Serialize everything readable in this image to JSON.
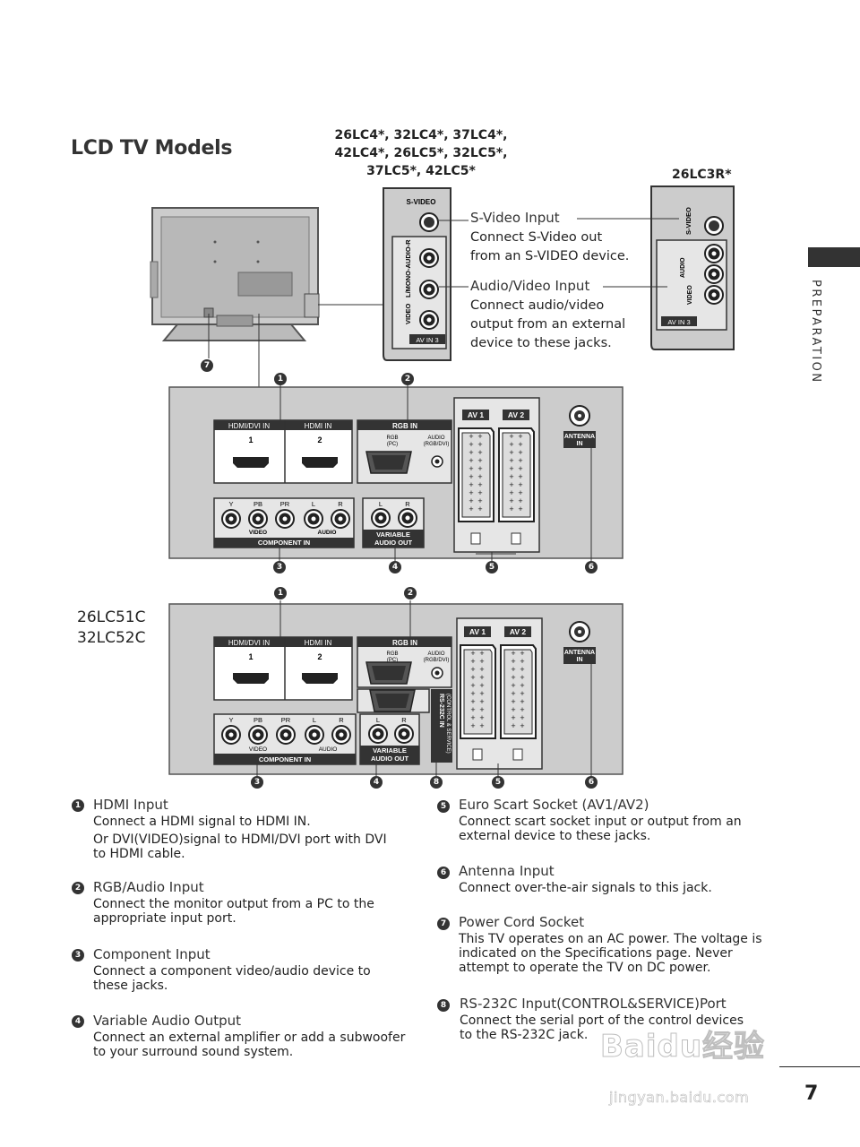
{
  "header": {
    "title": "LCD TV Models",
    "models_top": [
      "26LC4*, 32LC4*, 37LC4*,",
      "42LC4*, 26LC5*, 32LC5*,",
      "37LC5*, 42LC5*"
    ],
    "model_26lc3r": "26LC3R*",
    "models_mid": [
      "26LC51C",
      "32LC52C"
    ]
  },
  "section": {
    "label": "PREPARATION"
  },
  "callouts": {
    "svideo": {
      "title": "S-Video Input",
      "body": [
        "Connect S-Video out",
        "from an S-VIDEO device."
      ]
    },
    "av": {
      "title": "Audio/Video Input",
      "body": [
        "Connect audio/video",
        "output from an external",
        "device to these jacks."
      ]
    }
  },
  "panel_labels": {
    "svideo": "S-VIDEO",
    "video": "VIDEO",
    "lmono_audio": "L/MONO-AUDIO-R",
    "av_in3": "AV IN 3",
    "hdmi_dvi_in": "HDMI/DVI IN",
    "hdmi_in": "HDMI IN",
    "hdmi1": "1",
    "hdmi2": "2",
    "rgb_in": "RGB IN",
    "rgb_pc": "RGB",
    "rgb_pc2": "(PC)",
    "audio": "AUDIO",
    "audio_rgbdvi": "(RGB/DVI)",
    "av1": "AV 1",
    "av2": "AV 2",
    "antenna": "ANTENNA",
    "antenna_in": "IN",
    "y": "Y",
    "pb": "PB",
    "pr": "PR",
    "l": "L",
    "r": "R",
    "video_lbl": "VIDEO",
    "audio_lbl": "AUDIO",
    "component_in": "COMPONENT IN",
    "variable": "VARIABLE",
    "audio_out": "AUDIO OUT",
    "rs232c": "RS-232C IN",
    "rs232c_sub": "(CONTROL & SERVICE)"
  },
  "legend": {
    "left": [
      {
        "num": "1",
        "title": "HDMI Input",
        "body": [
          "Connect a HDMI signal to HDMI IN.",
          "Or DVI(VIDEO)signal to HDMI/DVI port with DVI",
          "to HDMI cable."
        ]
      },
      {
        "num": "2",
        "title": "RGB/Audio Input",
        "body": [
          "Connect the monitor output from a PC to the",
          "appropriate input port."
        ]
      },
      {
        "num": "3",
        "title": "Component Input",
        "body": [
          "Connect a component video/audio device to",
          "these jacks."
        ]
      },
      {
        "num": "4",
        "title": "Variable Audio Output",
        "body": [
          "Connect an external amplifier or add a subwoofer",
          "to your surround sound system."
        ]
      }
    ],
    "right": [
      {
        "num": "5",
        "title": "Euro Scart Socket (AV1/AV2)",
        "body": [
          "Connect scart socket input or output from an",
          "external device to these jacks."
        ]
      },
      {
        "num": "6",
        "title": "Antenna Input",
        "body": [
          "Connect over-the-air signals to this jack."
        ]
      },
      {
        "num": "7",
        "title": "Power Cord Socket",
        "body": [
          "This TV operates on an AC power. The voltage is",
          "indicated on the Specifications page. Never",
          "attempt to operate the TV on DC power."
        ]
      },
      {
        "num": "8",
        "title": "RS-232C Input(CONTROL&SERVICE)Port",
        "body": [
          "Connect the serial port of the control devices",
          "to the RS-232C jack."
        ]
      }
    ]
  },
  "footer": {
    "page_number": "7"
  },
  "watermark": {
    "main": "Baidu经验",
    "sub": "jingyan.baidu.com"
  }
}
